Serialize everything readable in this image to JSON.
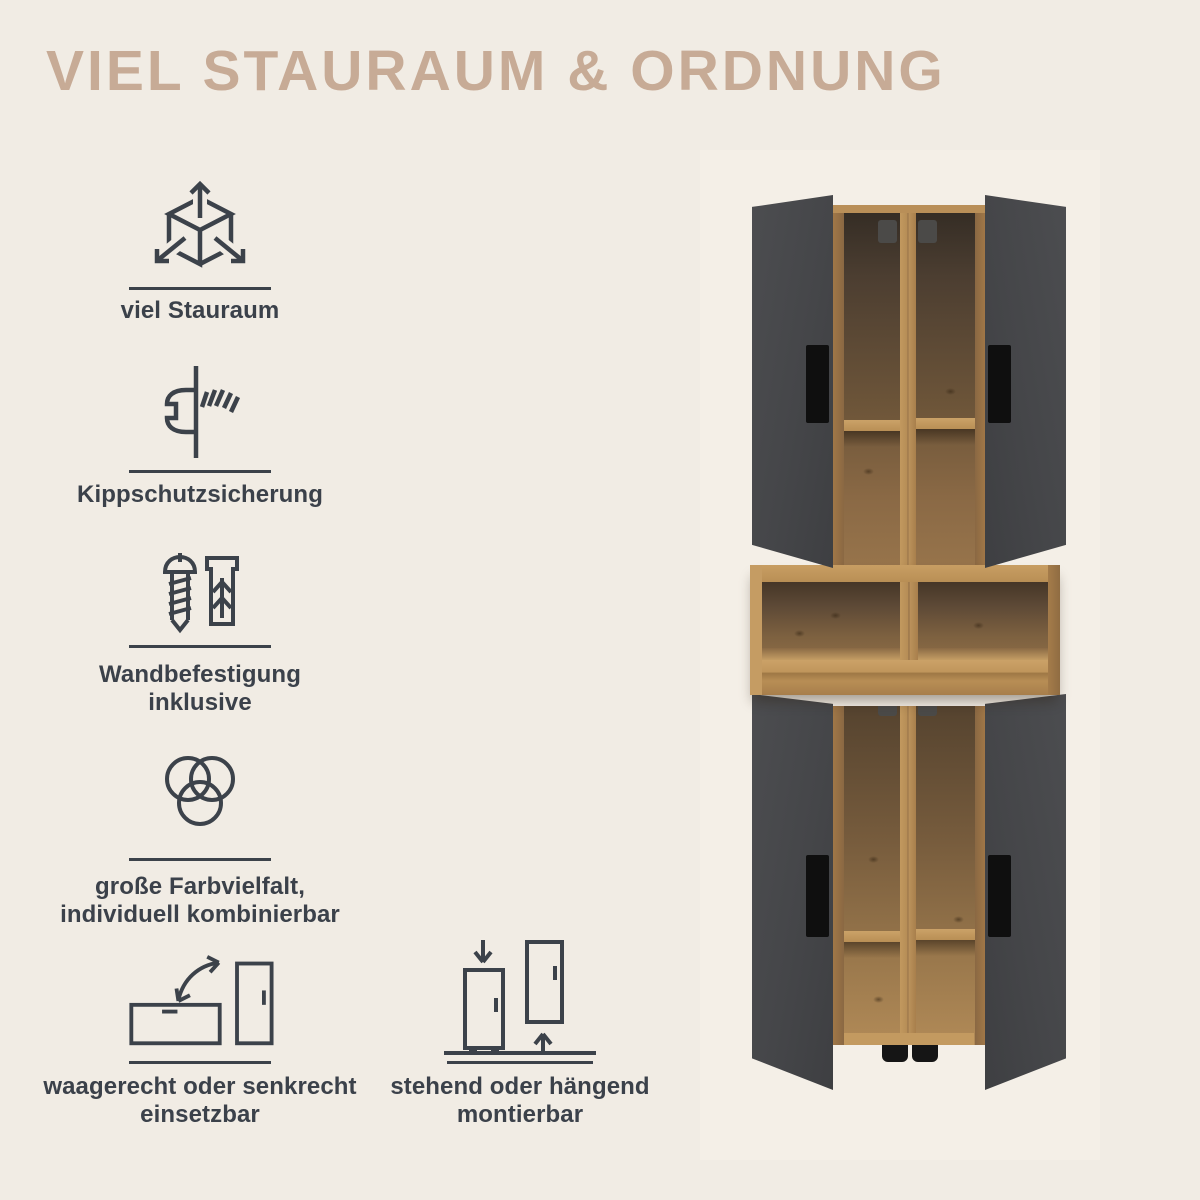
{
  "title": {
    "text": "VIEL STAURAUM & ORDNUNG"
  },
  "features": [
    {
      "icon": "cube-dimensions-icon",
      "lines": [
        "viel Stauraum"
      ]
    },
    {
      "icon": "anti-tip-screw-icon",
      "lines": [
        "Kippschutzsicherung"
      ]
    },
    {
      "icon": "screw-and-dowel-icon",
      "lines": [
        "Wandbefestigung",
        "inklusive"
      ]
    },
    {
      "icon": "color-variety-circles-icon",
      "lines": [
        "große Farbvielfalt,",
        "individuell kombinierbar"
      ]
    },
    {
      "icon": "horizontal-vertical-cabinet-icon",
      "lines": [
        "waagerecht oder senkrecht",
        "einsetzbar"
      ]
    },
    {
      "icon": "standing-hanging-cabinet-icon",
      "lines": [
        "stehend oder hängend",
        "montierbar"
      ]
    }
  ],
  "product_image": {
    "description": "Tall storage cabinet with four open anthracite doors, oak interior, open middle shelf compartment, black handles and black feet"
  },
  "palette": {
    "background": "#f1ece4",
    "title": "#c7ab96",
    "text": "#3b414a",
    "icon_stroke": "#3c424a",
    "door_grey": "#46474b",
    "handle_black": "#0f0f0f",
    "oak_light": "#bd9459",
    "oak_dark": "#54422f"
  }
}
